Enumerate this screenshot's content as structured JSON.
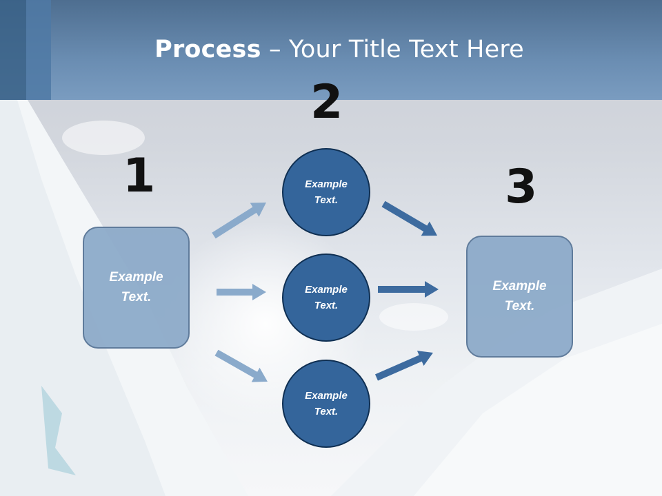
{
  "title": {
    "bold": "Process",
    "rest": " – Your Title Text Here"
  },
  "steps": [
    {
      "number": "1",
      "label": "Example\nText."
    },
    {
      "number": "2",
      "labels": [
        "Example\nText.",
        "Example\nText.",
        "Example\nText."
      ]
    },
    {
      "number": "3",
      "label": "Example\nText."
    }
  ],
  "colors": {
    "title_band": "#6a8db2",
    "circle_fill": "#34659b",
    "box_fill": "#8aa8c8",
    "arrow_light": "#8aaacb",
    "arrow_dark": "#3d6b9f"
  }
}
